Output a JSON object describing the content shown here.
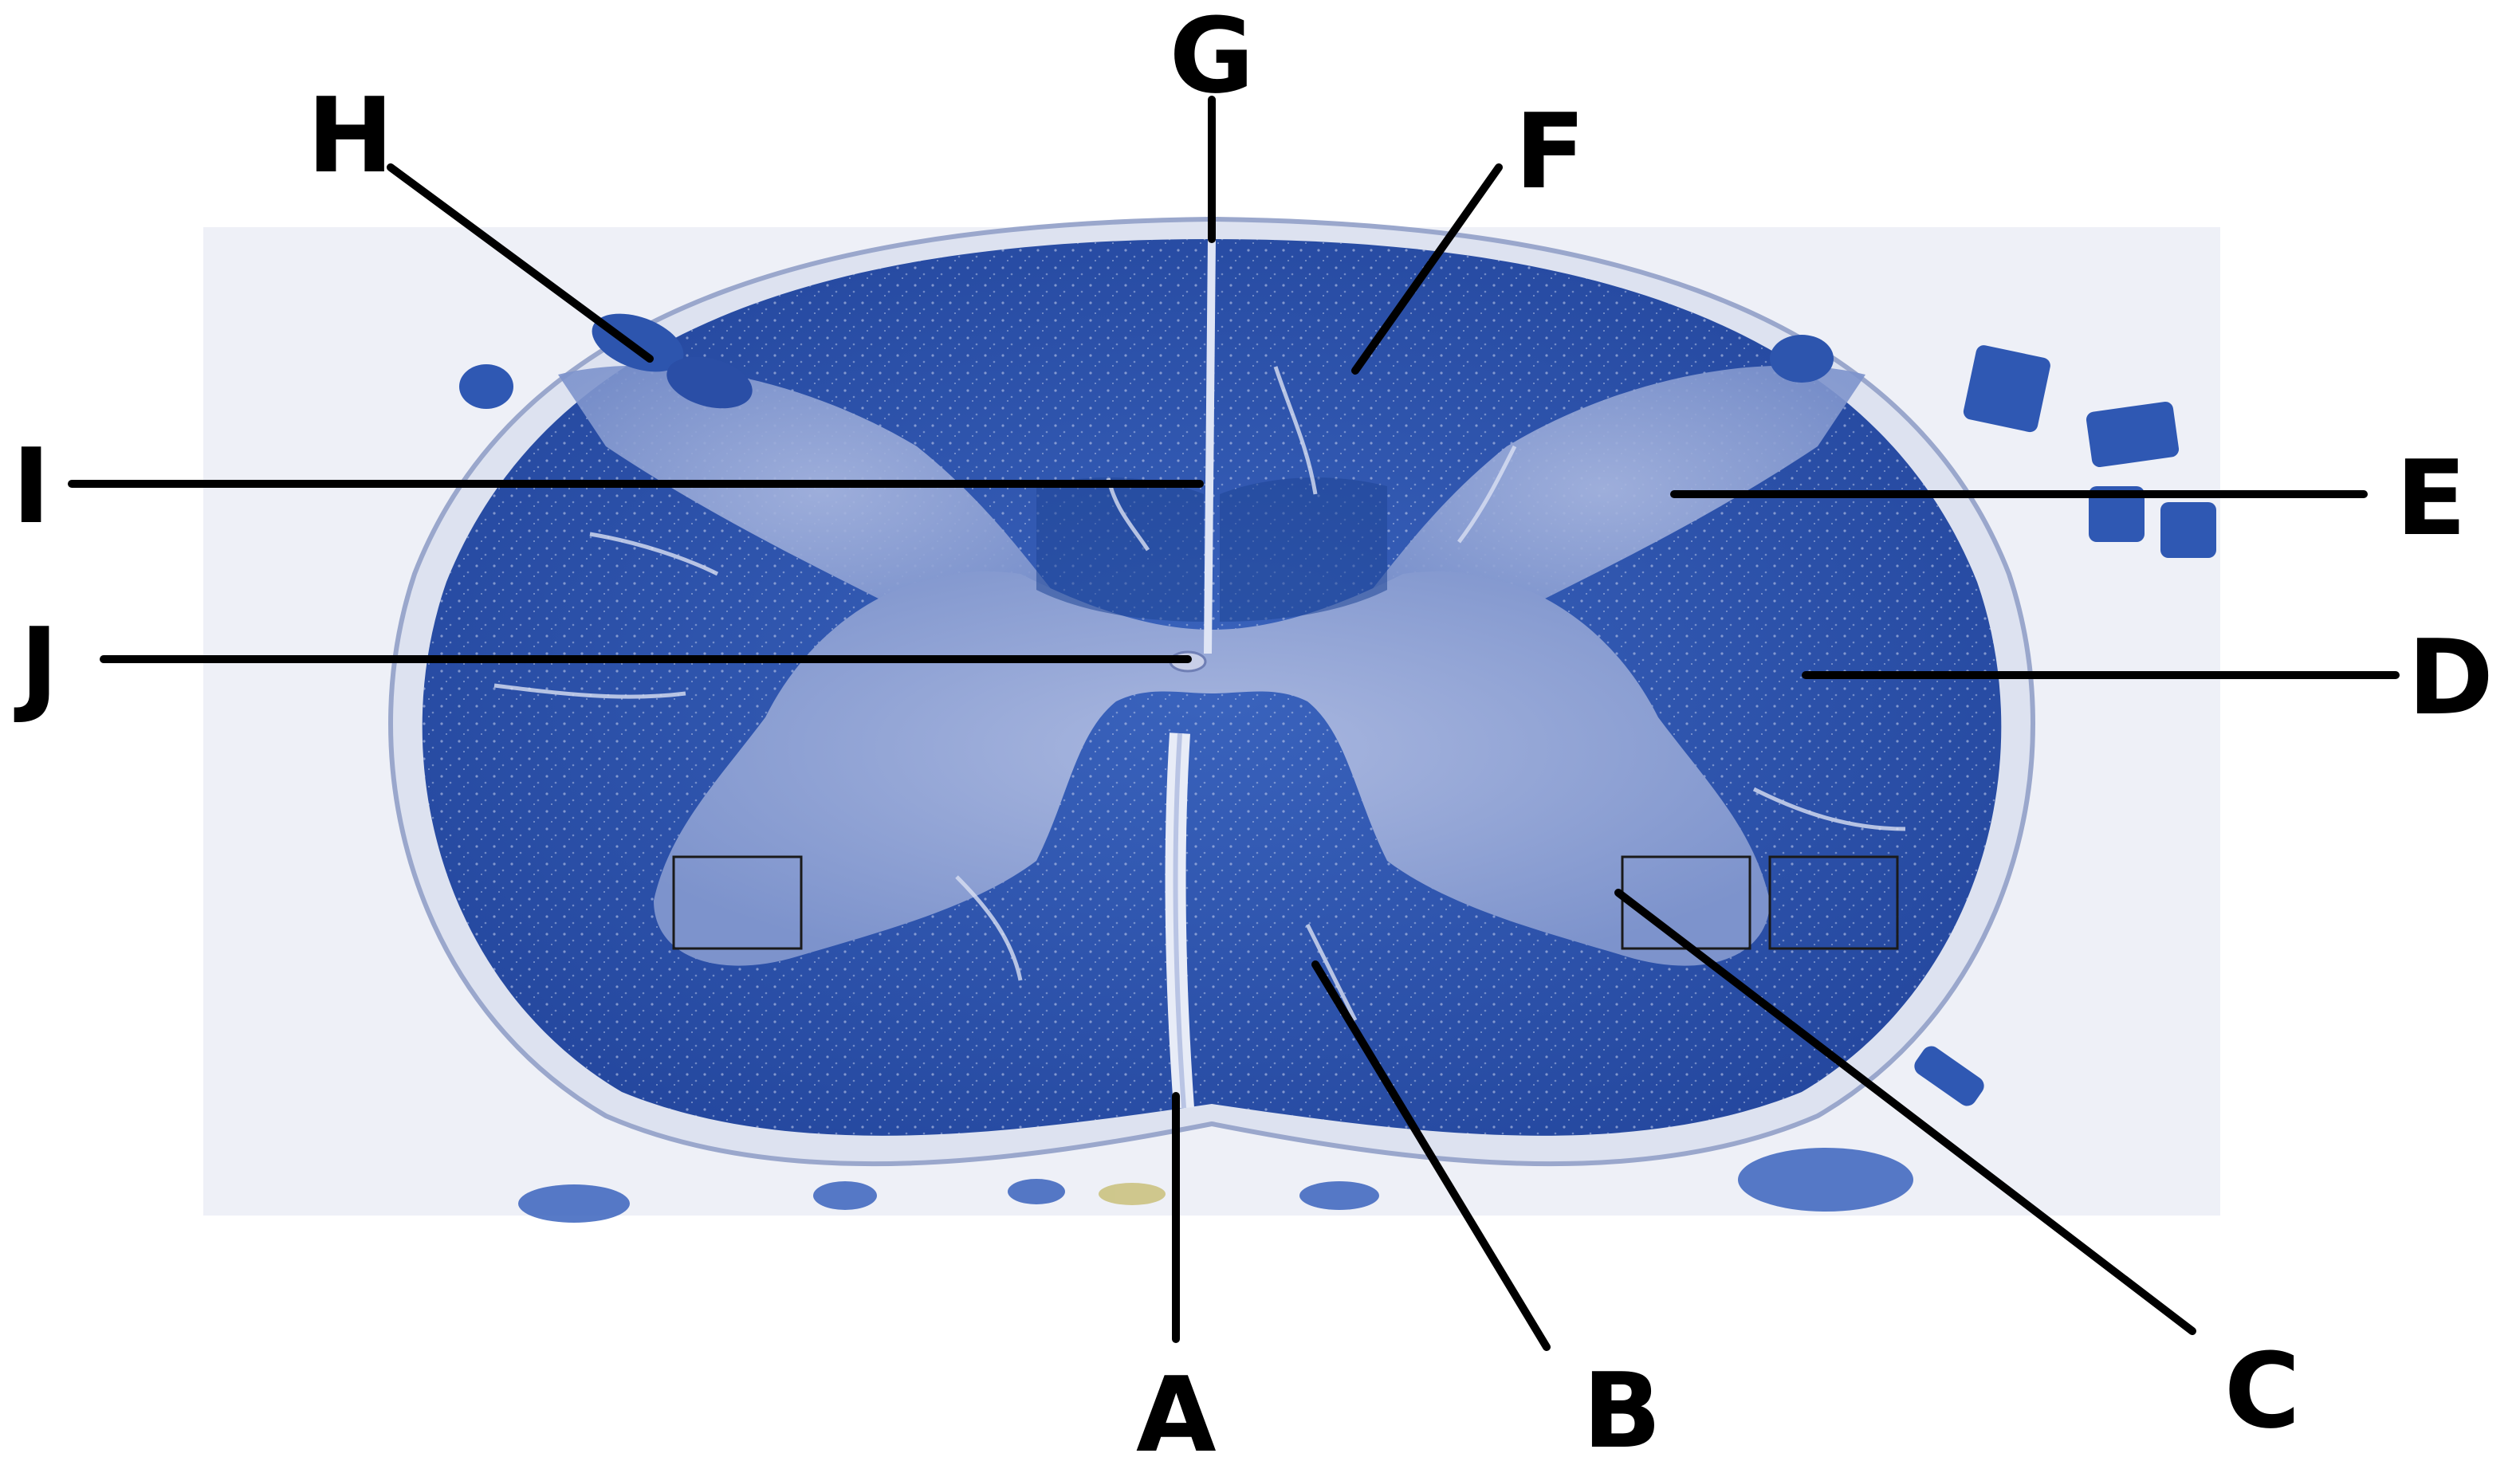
{
  "figure": {
    "labels": [
      "A",
      "B",
      "C",
      "D",
      "E",
      "F",
      "G",
      "H",
      "I",
      "J"
    ],
    "colors": {
      "stain": "#2e56b0",
      "stain_dark": "#1b3a8f",
      "grey_matter": "#8ea3d6",
      "background": "#eef0f7",
      "label": "#000000"
    }
  }
}
